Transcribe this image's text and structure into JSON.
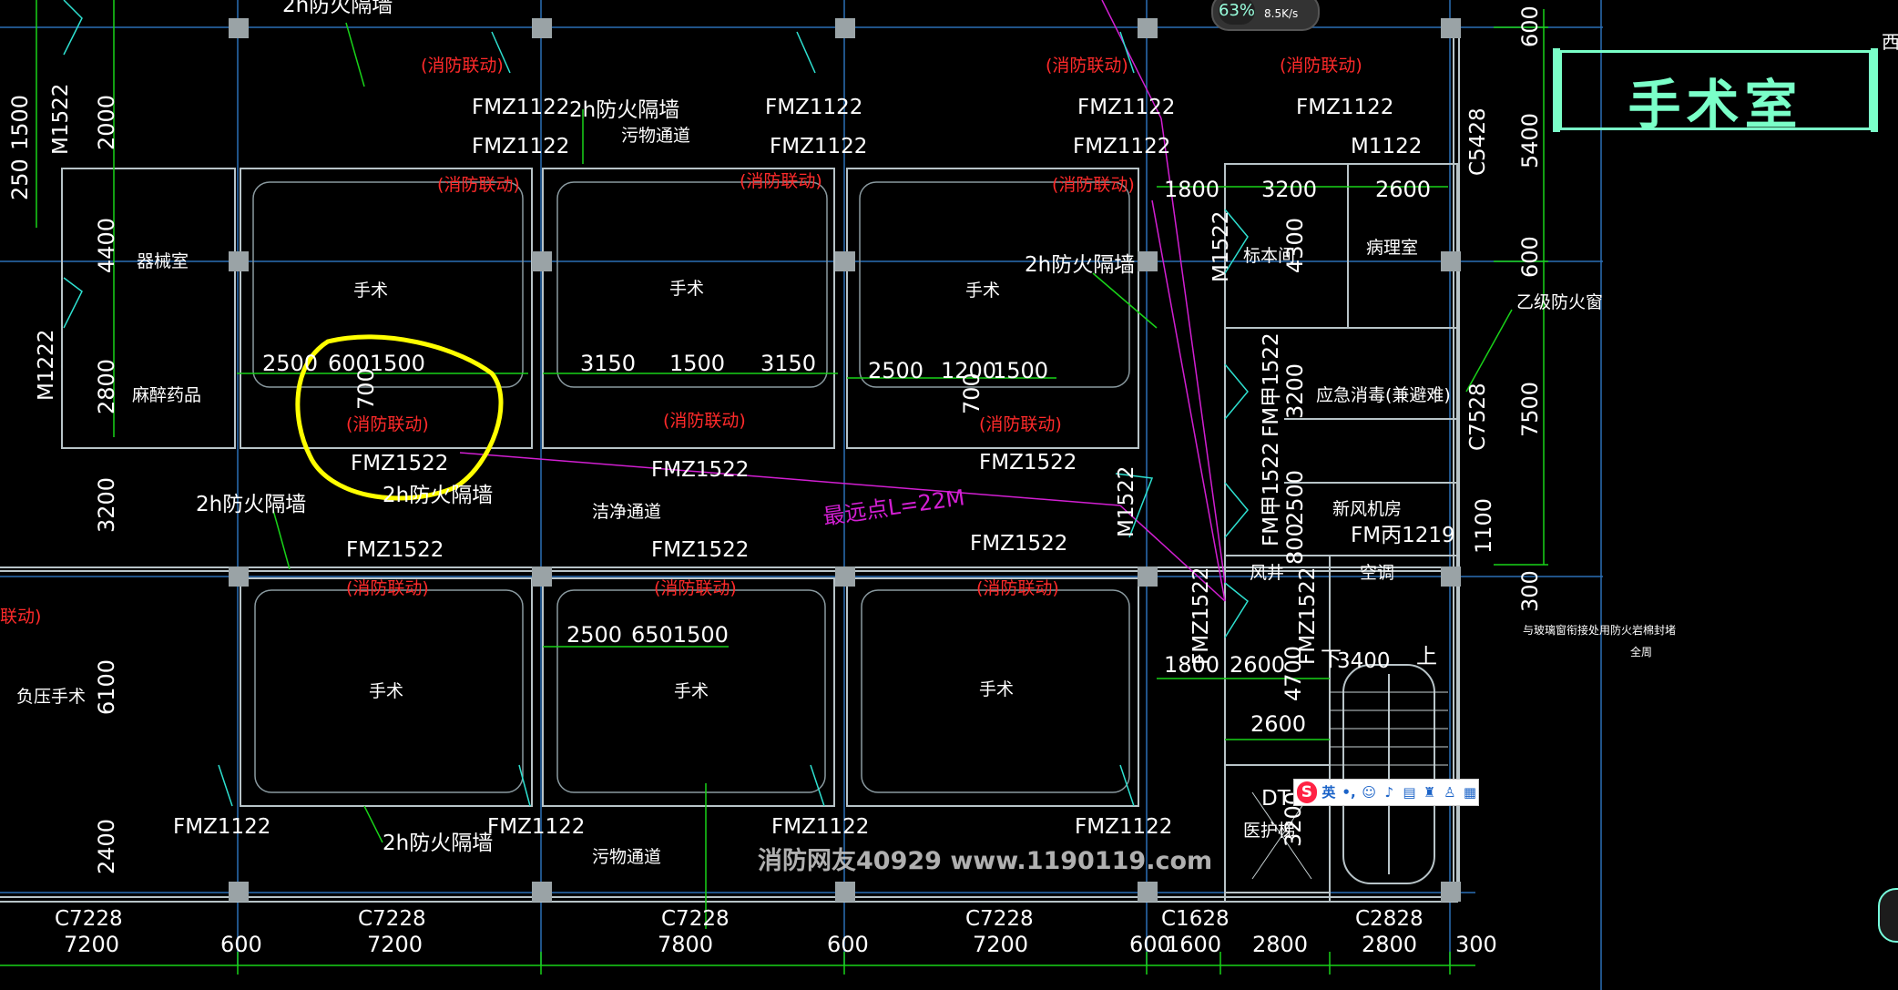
{
  "title_panel": {
    "text": "手术室",
    "color": "#7affc8"
  },
  "speed_widget": {
    "percent": "63%",
    "rate": "8.5K/s"
  },
  "edge_text": {
    "east": "西"
  },
  "watermark": "消防网友40929 www.1190119.com",
  "ime_toolbar": {
    "lang": "英",
    "icons": [
      "punctuation-icon",
      "emoji-icon",
      "mic-icon",
      "keyboard-icon",
      "shirt-icon",
      "user-icon",
      "grid-icon"
    ]
  },
  "colors": {
    "grid": "#2b6fb5",
    "walls": "#b8c4c8",
    "fire_wall": "#19d219",
    "red_text": "#ff2a2a",
    "magenta": "#d21fd2",
    "highlight": "#ffff00"
  },
  "rooms": {
    "ops1": "手术",
    "ops2": "手术",
    "ops3": "手术",
    "ops4": "手术",
    "ops5": "手术",
    "ops6": "手术",
    "equipment": "器械室",
    "anesthetic": "麻醉药品",
    "negative_ops": "负压手术",
    "clean_corridor": "洁净通道",
    "dirty_corridor_top": "污物通道",
    "dirty_corridor_bottom": "污物通道",
    "specimen": "标本间",
    "pathology": "病理室",
    "emergency_disinfect": "应急消毒(兼避难)",
    "fresh_air": "新风机房",
    "shaft": "风井",
    "ac": "空调",
    "bed_lift": "医护梯"
  },
  "fire_walls": {
    "w1": "2h防火隔墙",
    "w2": "2h防火隔墙",
    "w3": "2h防火隔墙",
    "w4": "2h防火隔墙",
    "w5": "2h防火隔墙",
    "w6": "2h防火隔墙"
  },
  "linkage": {
    "label": "(消防联动)",
    "partial": "联动)"
  },
  "doors": {
    "fm1122": "FMZ1122",
    "fm1522": "FMZ1522",
    "m1122": "M1122",
    "fm1219": "FM丙1219",
    "fmj1522": "FM甲1522",
    "m1522": "M1522",
    "m1222": "M1222",
    "dt": "DT"
  },
  "window_labels": {
    "c7228": "C7228",
    "c1628": "C1628",
    "c2828": "C2828",
    "c5428": "C5428",
    "c7528": "C7528",
    "fire_window": "乙级防火窗",
    "window_note_1": "与玻璃窗衔接处用防火岩棉封堵",
    "window_note_2": "全周"
  },
  "distance_note": "最远点L=22M",
  "stair": {
    "up": "上",
    "down": "下",
    "dim": "3400"
  },
  "dims_bottom": [
    "7200",
    "600",
    "7200",
    "7800",
    "600",
    "7200",
    "600",
    "1600",
    "2800",
    "2800",
    "300"
  ],
  "dims_right": [
    "600",
    "5400",
    "600",
    "7500",
    "300"
  ],
  "dims_left": [
    "4400",
    "2800",
    "3200",
    "6100",
    "2400",
    "2000",
    "1500"
  ],
  "dims_misc": {
    "d2500": "2500",
    "d600_1500": "6001500",
    "d700": "700",
    "d3150": "3150",
    "d1500": "1500",
    "d1200": "1200",
    "d650_1500": "6501500",
    "d1800": "1800",
    "d3200": "3200",
    "d2600": "2600",
    "d4300": "4300",
    "d4700": "4700",
    "d1100": "1100",
    "d800": "800",
    "d250": "250"
  }
}
